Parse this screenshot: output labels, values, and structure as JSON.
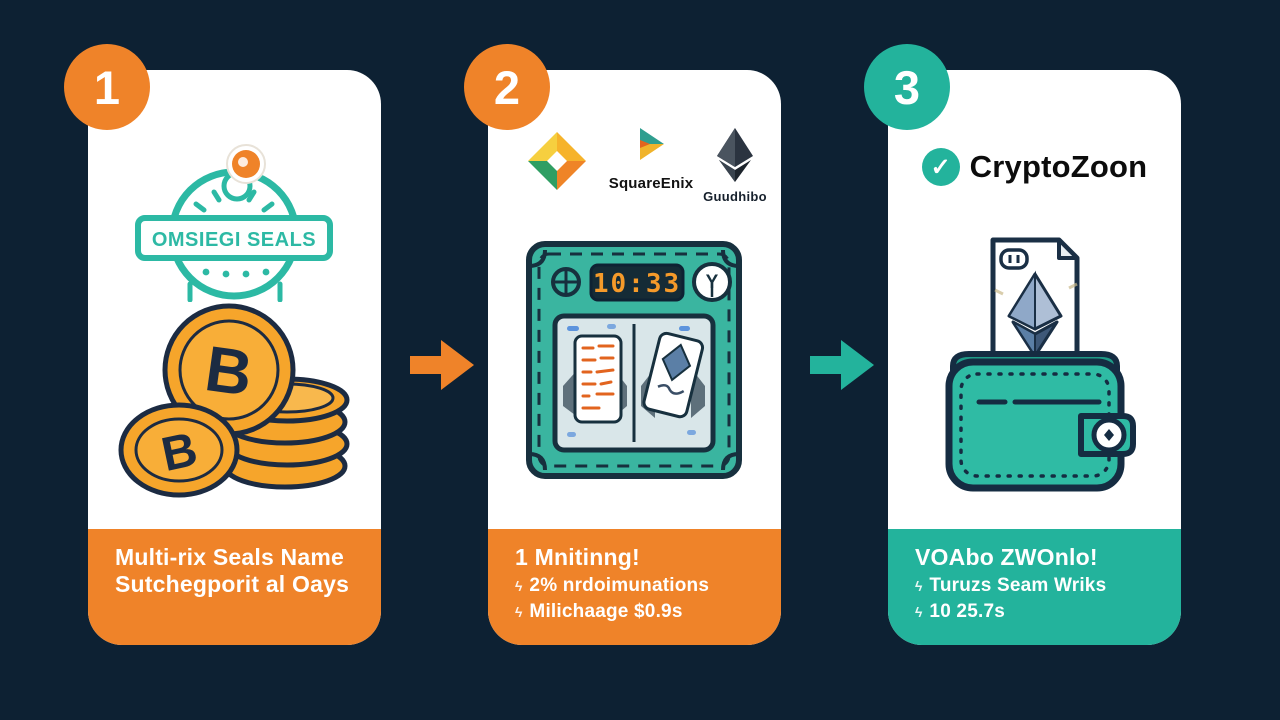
{
  "page": {
    "background_color": "#0d2133",
    "accent_orange": "#ef8329",
    "accent_teal": "#23b39c",
    "card_color": "#ffffff"
  },
  "steps": [
    {
      "number": "1",
      "badge_color": "#ef8329",
      "illustration": "seal-stamp-and-bitcoin-coins",
      "seal_text": "OMSIEGI SEALS",
      "coin_symbol": "B",
      "band": {
        "color": "#ef8329",
        "line1": "Multi-rix Seals Name",
        "line2": "Sutchegporit al Oays"
      }
    },
    {
      "number": "2",
      "badge_color": "#ef8329",
      "illustration": "crypto-mining-machine",
      "logos": {
        "gem": "gem-diamond-logo",
        "square_enix_label": "SquareEnix",
        "ethereum_label": "Guudhibo"
      },
      "machine": {
        "display": "10:33",
        "dial": "Y"
      },
      "band": {
        "color": "#ef8329",
        "title": "1 Mnitinng!",
        "bullet_icon": "ϟ",
        "bullets": [
          "2% nrdoimunations",
          "Milichaage $0.9s"
        ]
      }
    },
    {
      "number": "3",
      "badge_color": "#23b39c",
      "illustration": "teal-wallet-with-ethereum-document",
      "title": "CryptoZoon",
      "check_icon": "✓",
      "band": {
        "color": "#23b39c",
        "title": "VOAbo ZWOnlo!",
        "bullet_icon": "ϟ",
        "bullets": [
          "Turuzs Seam Wriks",
          "10 25.7s"
        ]
      }
    }
  ],
  "arrows": [
    {
      "direction": "right",
      "color": "#ef8329"
    },
    {
      "direction": "right",
      "color": "#23b39c"
    }
  ]
}
